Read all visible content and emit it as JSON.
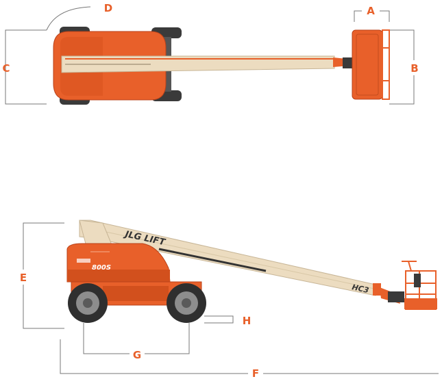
{
  "colors": {
    "orange": "#e8602a",
    "orange_dark": "#b9421a",
    "cream": "#ecdcc0",
    "cream_dark": "#c7b596",
    "tire": "#3a3a3a",
    "rim": "#8d8d8d",
    "dimension_line": "#777777",
    "label": "#e8602a"
  },
  "dimensions": {
    "A": "A",
    "B": "B",
    "C": "C",
    "D": "D",
    "E": "E",
    "F": "F",
    "G": "G",
    "H": "H"
  },
  "decals": {
    "brand": "JLG LIFT",
    "model": "800S",
    "boom_tag": "HC3"
  }
}
